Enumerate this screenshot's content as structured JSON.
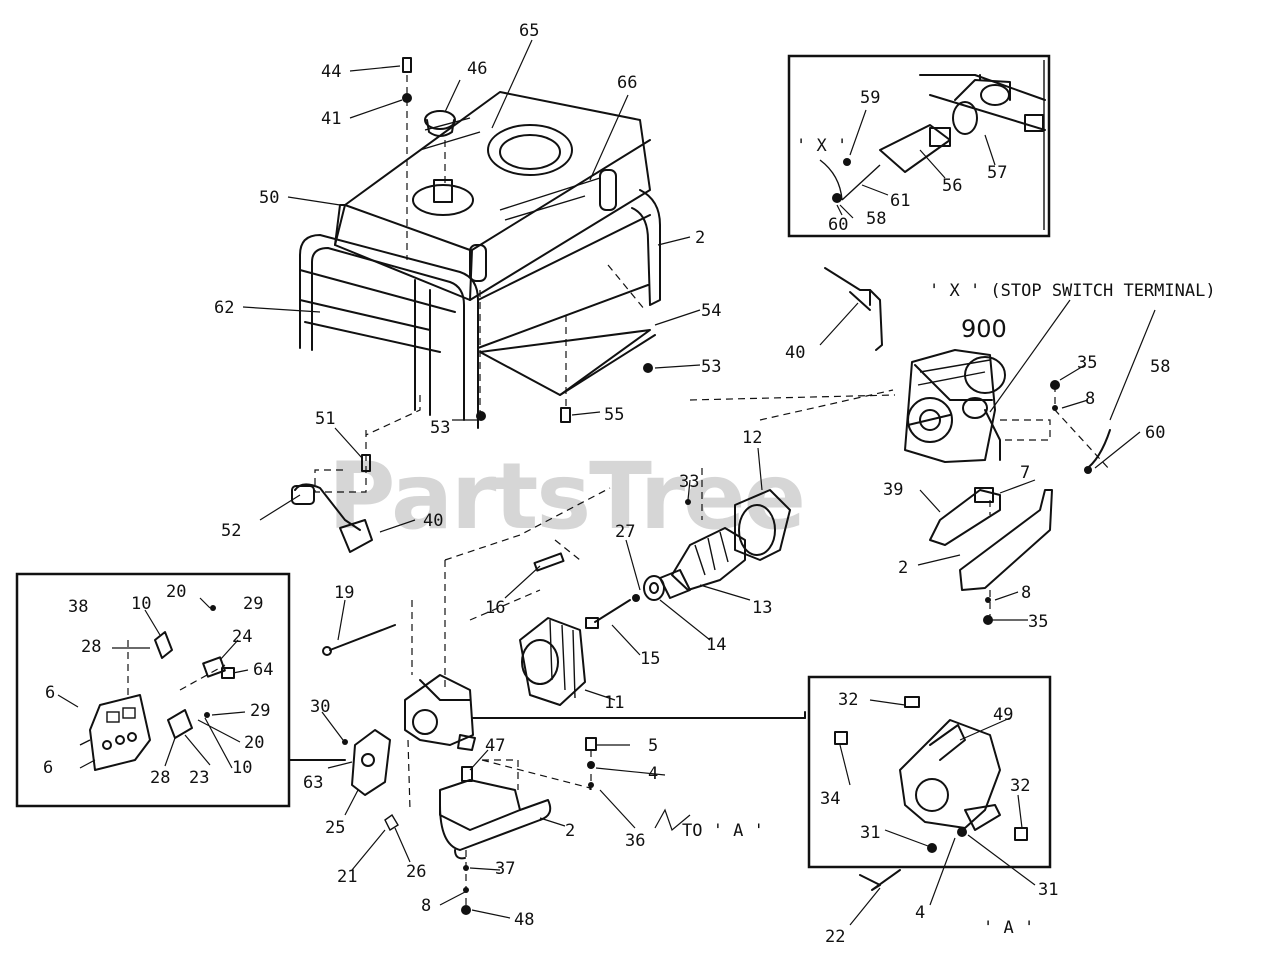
{
  "watermark": "PartsTree",
  "callouts": {
    "stop_switch": "' X ' (STOP SWITCH TERMINAL)",
    "x_mark_inset": "' X '",
    "to_a": "TO ' A '",
    "a_mark": "' A '"
  },
  "labels": [
    {
      "id": "44",
      "text": "44"
    },
    {
      "id": "41",
      "text": "41"
    },
    {
      "id": "46",
      "text": "46"
    },
    {
      "id": "65",
      "text": "65"
    },
    {
      "id": "66",
      "text": "66"
    },
    {
      "id": "50",
      "text": "50"
    },
    {
      "id": "2a",
      "text": "2"
    },
    {
      "id": "62",
      "text": "62"
    },
    {
      "id": "54",
      "text": "54"
    },
    {
      "id": "53a",
      "text": "53"
    },
    {
      "id": "53b",
      "text": "53"
    },
    {
      "id": "55",
      "text": "55"
    },
    {
      "id": "51",
      "text": "51"
    },
    {
      "id": "52",
      "text": "52"
    },
    {
      "id": "40a",
      "text": "40"
    },
    {
      "id": "40b",
      "text": "40"
    },
    {
      "id": "59",
      "text": "59"
    },
    {
      "id": "57",
      "text": "57"
    },
    {
      "id": "56",
      "text": "56"
    },
    {
      "id": "61",
      "text": "61"
    },
    {
      "id": "60a",
      "text": "60"
    },
    {
      "id": "58a",
      "text": "58"
    },
    {
      "id": "900",
      "text": "900"
    },
    {
      "id": "35a",
      "text": "35"
    },
    {
      "id": "8a",
      "text": "8"
    },
    {
      "id": "58b",
      "text": "58"
    },
    {
      "id": "60b",
      "text": "60"
    },
    {
      "id": "12",
      "text": "12"
    },
    {
      "id": "33",
      "text": "33"
    },
    {
      "id": "39",
      "text": "39"
    },
    {
      "id": "7",
      "text": "7"
    },
    {
      "id": "2b",
      "text": "2"
    },
    {
      "id": "8b",
      "text": "8"
    },
    {
      "id": "35b",
      "text": "35"
    },
    {
      "id": "27",
      "text": "27"
    },
    {
      "id": "16",
      "text": "16"
    },
    {
      "id": "13",
      "text": "13"
    },
    {
      "id": "14",
      "text": "14"
    },
    {
      "id": "15",
      "text": "15"
    },
    {
      "id": "19",
      "text": "19"
    },
    {
      "id": "11",
      "text": "11"
    },
    {
      "id": "20a",
      "text": "20"
    },
    {
      "id": "29a",
      "text": "29"
    },
    {
      "id": "10a",
      "text": "10"
    },
    {
      "id": "38",
      "text": "38"
    },
    {
      "id": "28a",
      "text": "28"
    },
    {
      "id": "24",
      "text": "24"
    },
    {
      "id": "64",
      "text": "64"
    },
    {
      "id": "6a",
      "text": "6"
    },
    {
      "id": "29b",
      "text": "29"
    },
    {
      "id": "20b",
      "text": "20"
    },
    {
      "id": "6b",
      "text": "6"
    },
    {
      "id": "28b",
      "text": "28"
    },
    {
      "id": "23",
      "text": "23"
    },
    {
      "id": "10b",
      "text": "10"
    },
    {
      "id": "30",
      "text": "30"
    },
    {
      "id": "63",
      "text": "63"
    },
    {
      "id": "25",
      "text": "25"
    },
    {
      "id": "21",
      "text": "21"
    },
    {
      "id": "26",
      "text": "26"
    },
    {
      "id": "47",
      "text": "47"
    },
    {
      "id": "5",
      "text": "5"
    },
    {
      "id": "4a",
      "text": "4"
    },
    {
      "id": "36",
      "text": "36"
    },
    {
      "id": "2c",
      "text": "2"
    },
    {
      "id": "37",
      "text": "37"
    },
    {
      "id": "8c",
      "text": "8"
    },
    {
      "id": "48",
      "text": "48"
    },
    {
      "id": "32a",
      "text": "32"
    },
    {
      "id": "49",
      "text": "49"
    },
    {
      "id": "34",
      "text": "34"
    },
    {
      "id": "32b",
      "text": "32"
    },
    {
      "id": "31a",
      "text": "31"
    },
    {
      "id": "31b",
      "text": "31"
    },
    {
      "id": "22",
      "text": "22"
    },
    {
      "id": "4b",
      "text": "4"
    }
  ]
}
